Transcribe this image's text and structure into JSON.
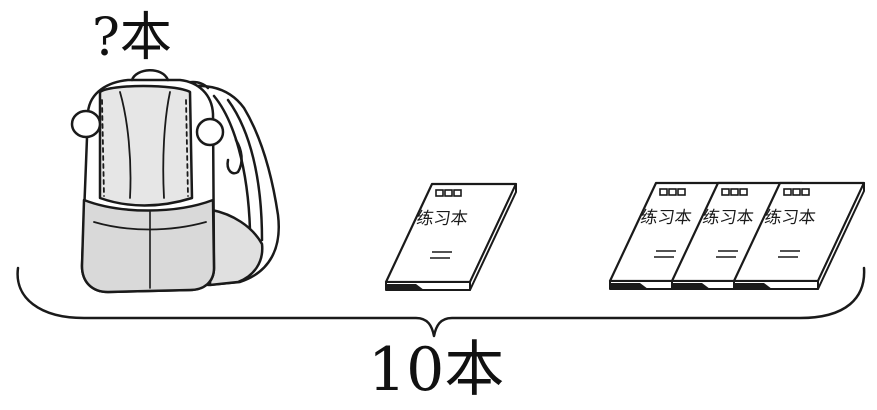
{
  "question_label": "?本",
  "total_label": "10本",
  "notebook_cover_text": "练习本",
  "colors": {
    "line": "#1a1a1a",
    "shade": "#d9d9d9",
    "paper": "#ffffff"
  }
}
